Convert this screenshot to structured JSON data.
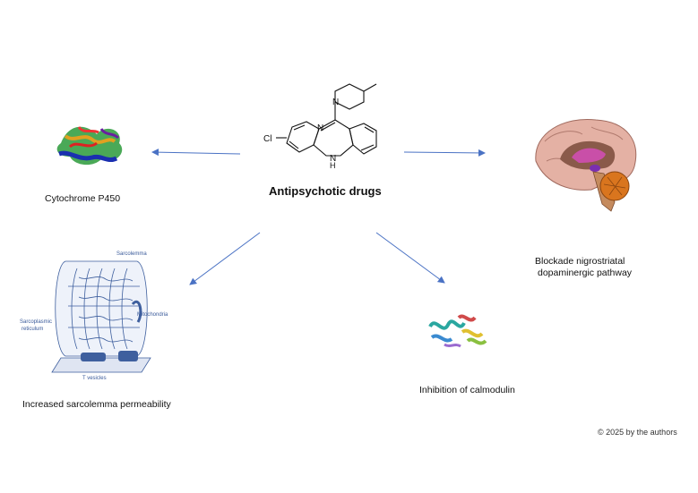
{
  "center": {
    "title": "Antipsychotic drugs",
    "molecule": {
      "cl_label": "Cl",
      "n_label": "N",
      "nh_label": "N",
      "h_label": "H"
    }
  },
  "effects": {
    "cytochrome": "Cytochrome P450",
    "blockade_line1": "Blockade nigrostriatal",
    "blockade_line2": "dopaminergic pathway",
    "sarcolemma": "Increased sarcolemma permeability",
    "calmodulin": "Inhibition of calmodulin"
  },
  "muscle_labels": {
    "sarcolemma": "Sarcolemma",
    "sr_line1": "Sarcoplasmic",
    "sr_line2": "reticulum",
    "mito": "Mitochondria",
    "tves": "T vesicles"
  },
  "footer": {
    "copyright": "© 2025 by the authors"
  },
  "colors": {
    "arrow": "#4a72c4",
    "brain": "#d9a89a",
    "muscle": "#3e5f9e"
  }
}
